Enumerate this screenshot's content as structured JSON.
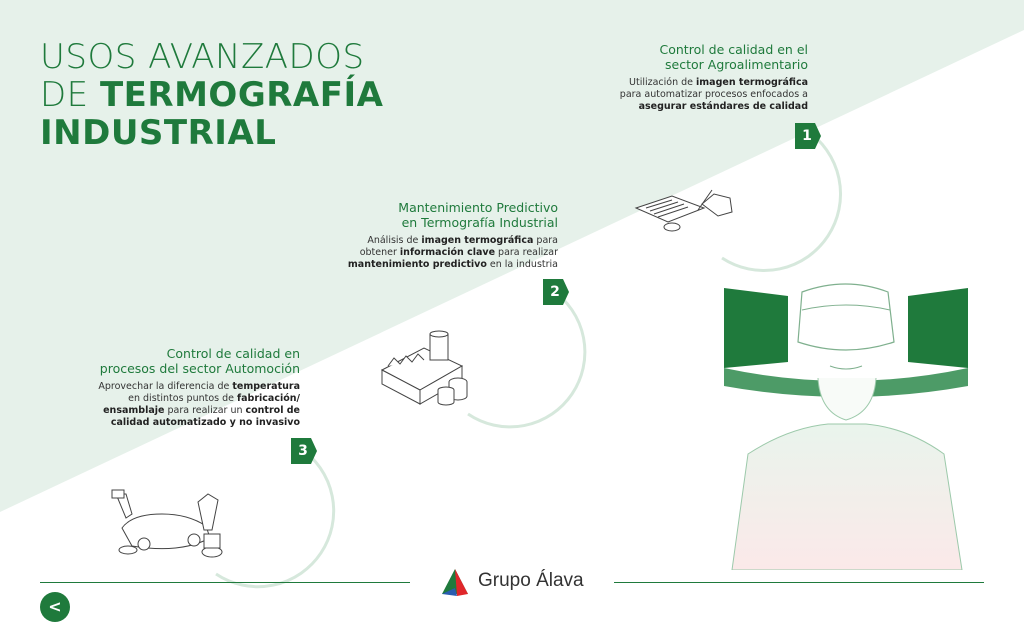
{
  "title": {
    "line1": "USOS AVANZADOS",
    "line2_light": "DE ",
    "line2_bold": "TERMOGRAFÍA",
    "line3": "INDUSTRIAL"
  },
  "items": [
    {
      "number": "1",
      "heading": [
        "Control de calidad en el",
        "sector Agroalimentario"
      ],
      "body": [
        {
          "t": "Utilización de ",
          "b": "imagen termográfica"
        },
        {
          "t": "para automatizar procesos enfocados a"
        },
        {
          "b": "asegurar estándares de calidad"
        }
      ]
    },
    {
      "number": "2",
      "heading": [
        "Mantenimiento Predictivo",
        "en Termografía Industrial"
      ],
      "body": [
        {
          "t": "Análisis de ",
          "b": "imagen termográfica",
          "t2": " para"
        },
        {
          "t": "obtener ",
          "b": "información clave",
          "t2": " para realizar"
        },
        {
          "b": "mantenimiento predictivo",
          "t2": " en la industria"
        }
      ]
    },
    {
      "number": "3",
      "heading": [
        "Control de calidad en",
        "procesos del sector Automoción"
      ],
      "body": [
        {
          "t": "Aprovechar la diferencia de ",
          "b": "temperatura"
        },
        {
          "t": "en distintos puntos de ",
          "b": "fabricación/"
        },
        {
          "b": "ensamblaje",
          "t2": " para realizar un ",
          "b2": "control de"
        },
        {
          "b": "calidad automatizado y no invasivo"
        }
      ]
    }
  ],
  "footer": {
    "logo_text": "Grupo Álava",
    "back_label": "<"
  },
  "colors": {
    "brand_green": "#1f7a3c",
    "band_green": "#e6f1ea"
  },
  "icons": [
    "document-signing-icon",
    "factory-icon",
    "robot-arm-car-icon",
    "vr-headset-person-icon",
    "back-arrow-icon"
  ]
}
